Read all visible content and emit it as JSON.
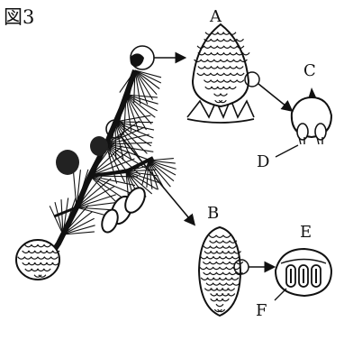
{
  "figure": {
    "title": "図3",
    "labels": {
      "a": "A",
      "b": "B",
      "c": "C",
      "d": "D",
      "e": "E",
      "f": "F"
    }
  },
  "icons": {
    "pine_branch": "pine-branch-illustration",
    "female_cone": "female-cone-icon",
    "male_cone": "male-cone-icon",
    "female_scale": "female-scale-icon",
    "male_scale": "male-scale-icon"
  },
  "colors": {
    "ink": "#111111",
    "background": "#ffffff"
  }
}
